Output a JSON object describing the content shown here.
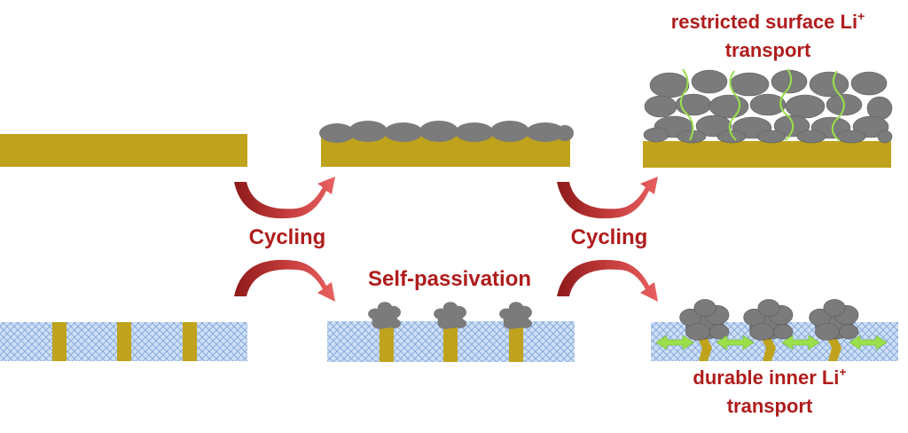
{
  "labels": {
    "cycling_top_left": "Cycling",
    "cycling_top_right": "Cycling",
    "self_passivation": "Self-passivation",
    "restricted_line1": "restricted surface Li",
    "restricted_sup": "+",
    "restricted_line2": "transport",
    "durable_line1": "durable inner Li",
    "durable_sup": "+",
    "durable_line2": "transport"
  },
  "colors": {
    "gold": "#bfa31c",
    "gray": "#7b7b7b",
    "mesh": "#c9dcf6",
    "red_label": "#b01c1c",
    "arrow_dark": "#8e1a1a",
    "arrow_light": "#e05a5a",
    "li_path": "#9be04a"
  }
}
